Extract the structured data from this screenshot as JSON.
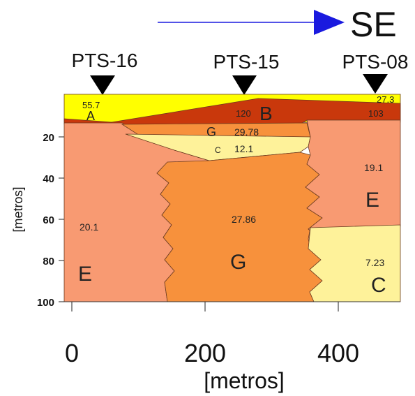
{
  "direction": {
    "label": "SE",
    "arrow_color": "#1a1adf"
  },
  "stations": [
    {
      "id": "pts16",
      "label": "PTS-16"
    },
    {
      "id": "pts15",
      "label": "PTS-15"
    },
    {
      "id": "pts08",
      "label": "PTS-08"
    }
  ],
  "units": [
    {
      "id": "A",
      "letter": "A",
      "value": "55.7",
      "color": "#ffff00"
    },
    {
      "id": "A2",
      "letter": "",
      "value": "27.3",
      "color": "#ffff00"
    },
    {
      "id": "B",
      "letter": "B",
      "value": "120",
      "value2": "103",
      "color": "#c9380c"
    },
    {
      "id": "G1",
      "letter": "G",
      "value": "29.78",
      "color": "#f7913c"
    },
    {
      "id": "C1",
      "letter": "C",
      "value": "12.1",
      "color": "#fef29a"
    },
    {
      "id": "E1",
      "letter": "E",
      "value": "20.1",
      "color": "#f89a72"
    },
    {
      "id": "G2",
      "letter": "G",
      "value": "27.86",
      "color": "#f7913c"
    },
    {
      "id": "E2",
      "letter": "E",
      "value": "19.1",
      "color": "#f89a72"
    },
    {
      "id": "C2",
      "letter": "C",
      "value": "7.23",
      "color": "#fef29a"
    }
  ],
  "axes": {
    "x_label": "[metros]",
    "y_label": "[metros]",
    "x_ticks": [
      "0",
      "200",
      "400"
    ],
    "y_ticks": [
      "20",
      "40",
      "60",
      "80",
      "100"
    ],
    "x_range": [
      0,
      500
    ],
    "y_range": [
      0,
      100
    ],
    "y_inverted": true
  }
}
